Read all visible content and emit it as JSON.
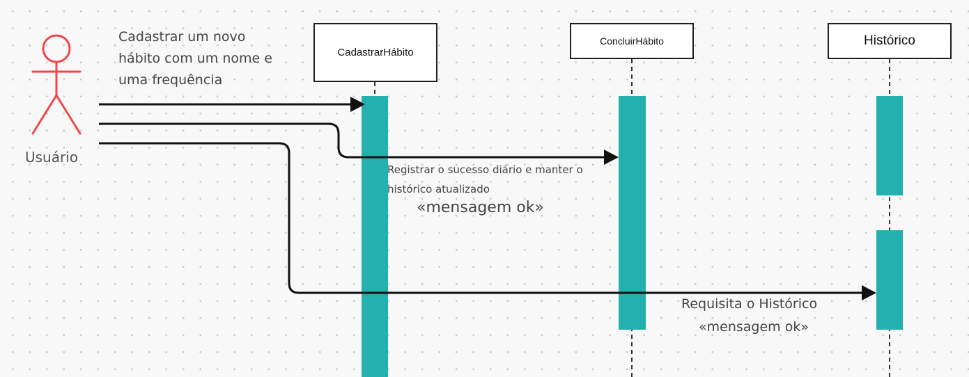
{
  "actor": {
    "name": "Usuário",
    "color": "#f0474a"
  },
  "lifelines": {
    "cadastrar": "CadastrarHábito",
    "concluir": "ConcluirHábito",
    "historico": "Histórico"
  },
  "activation_color": "#24b0ae",
  "messages": {
    "cadastrar": "Cadastrar um novo\nhábito com um nome e\numa frequência",
    "concluir": "Registrar o sucesso diário e manter o\nhistórico atualizado",
    "concluir_reply": "«mensagem ok»",
    "historico": "Requisita o Histórico",
    "historico_reply": "«mensagem ok»"
  }
}
